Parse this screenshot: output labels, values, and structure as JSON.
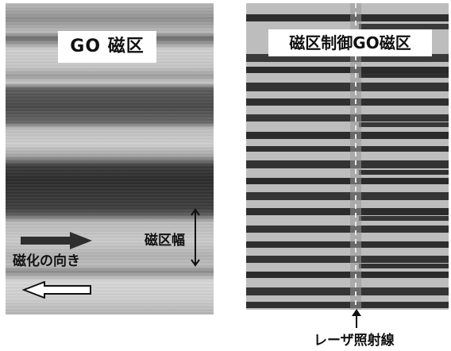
{
  "left_panel": {
    "title": "GO 磁区",
    "magnetization_direction_label": "磁化の向き",
    "domain_width_label": "磁区幅"
  },
  "right_panel": {
    "title": "磁区制御GO磁区",
    "laser_line_label": "レーザ照射線"
  },
  "icons": [
    "arrow-right-icon",
    "arrow-left-icon",
    "double-arrow-vertical-icon",
    "arrow-up-icon"
  ]
}
